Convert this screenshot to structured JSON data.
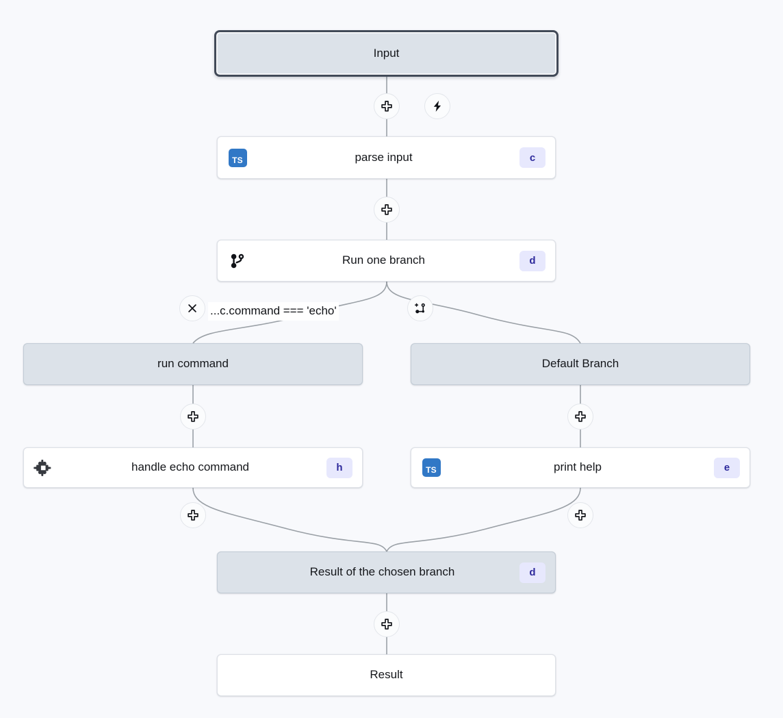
{
  "canvas": {
    "background_color": "#f8f9fc",
    "edge_color": "#9aa0a6"
  },
  "colors": {
    "node_gray_fill": "#dce2e9",
    "node_white_fill": "#ffffff",
    "selected_border": "#424a58",
    "badge_background": "#e7e8fd",
    "badge_text": "#2e2a9c",
    "ts_icon_background": "#3178c6"
  },
  "nodes": {
    "input": {
      "label": "Input",
      "state": "selected"
    },
    "parse_input": {
      "label": "parse input",
      "icon": "typescript-icon",
      "badge": "c"
    },
    "run_one_branch": {
      "label": "Run one branch",
      "icon": "branch-icon",
      "badge": "d"
    },
    "run_command_branch": {
      "label": "run command"
    },
    "default_branch": {
      "label": "Default Branch"
    },
    "handle_echo_command": {
      "label": "handle echo command",
      "icon": "puzzle-icon",
      "badge": "h"
    },
    "print_help": {
      "label": "print help",
      "icon": "typescript-icon",
      "badge": "e"
    },
    "branch_result": {
      "label": "Result of the chosen branch",
      "badge": "d"
    },
    "result": {
      "label": "Result"
    }
  },
  "edge_labels": {
    "echo_condition": "...c.command === 'echo'"
  },
  "buttons": {
    "add_step_1": {
      "icon": "plus-icon",
      "title": "Insert step"
    },
    "trigger": {
      "icon": "lightning-icon",
      "title": "Trigger"
    },
    "add_step_2": {
      "icon": "plus-icon",
      "title": "Insert step"
    },
    "remove_branch": {
      "icon": "close-icon",
      "title": "Remove branch"
    },
    "add_branch": {
      "icon": "branch-plus-icon",
      "title": "Add branch"
    },
    "add_step_left": {
      "icon": "plus-icon",
      "title": "Insert step"
    },
    "add_step_right": {
      "icon": "plus-icon",
      "title": "Insert step"
    },
    "add_step_left_2": {
      "icon": "plus-icon",
      "title": "Insert step"
    },
    "add_step_right_2": {
      "icon": "plus-icon",
      "title": "Insert step"
    },
    "add_step_final": {
      "icon": "plus-icon",
      "title": "Insert step"
    }
  }
}
